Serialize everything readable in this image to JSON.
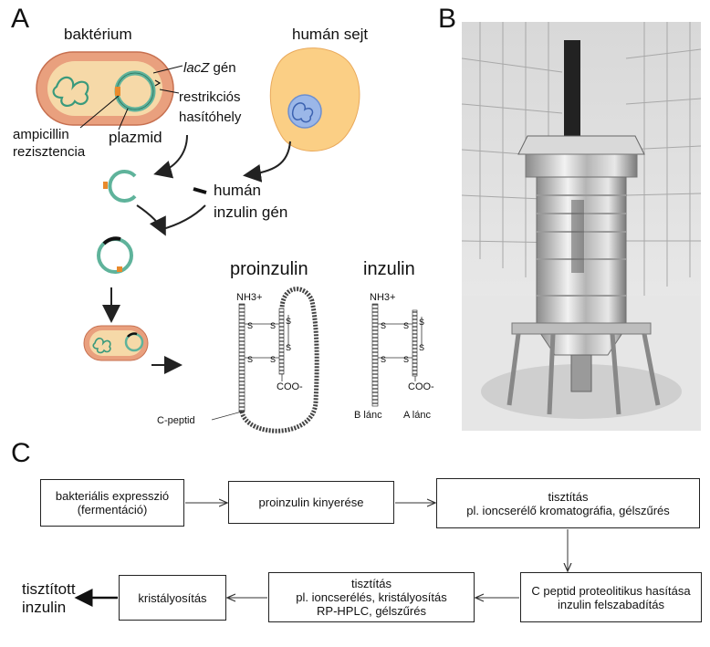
{
  "panel_a": {
    "letter": "A",
    "bacterium_label": "baktérium",
    "human_cell_label": "humán sejt",
    "lacz_italic": "lacZ",
    "lacz_rest": " gén",
    "restriction_line1": "restrikciós",
    "restriction_line2": "hasítóhely",
    "ampicillin_line1": "ampicillin",
    "ampicillin_line2": "rezisztencia",
    "plasmid": "plazmid",
    "human_insulin_line1": "humán",
    "human_insulin_line2": "inzulin gén",
    "proinsulin_title": "proinzulin",
    "insulin_title": "inzulin",
    "nh3": "NH3+",
    "coo": "COO-",
    "s": "S",
    "c_peptide": "C-peptid",
    "b_chain": "B lánc",
    "a_chain": "A lánc"
  },
  "panel_b": {
    "letter": "B"
  },
  "panel_c": {
    "letter": "C",
    "steps": [
      {
        "line1": "bakteriális expresszió",
        "line2": "(fermentáció)"
      },
      {
        "line1": "proinzulin kinyerése",
        "line2": ""
      },
      {
        "line1": "tisztítás",
        "line2": "pl. ioncserélő kromatográfia, gélszűrés"
      },
      {
        "line1": "C peptid proteolitikus hasítása",
        "line2": "inzulin felszabadítás"
      },
      {
        "line1": "tisztítás",
        "line2": "pl. ioncserélés, kristályosítás",
        "line3": "RP-HPLC, gélszűrés"
      },
      {
        "line1": "kristályosítás",
        "line2": ""
      }
    ],
    "result_line1": "tisztított",
    "result_line2": "inzulin"
  },
  "colors": {
    "bacteria_outer": "#e9a07e",
    "bacteria_inner": "#f6d9a8",
    "plasmid_green": "#5fb39b",
    "orange_mark": "#e98a2c",
    "human_cell": "#fbcf85",
    "nucleus": "#9bb7e8"
  }
}
